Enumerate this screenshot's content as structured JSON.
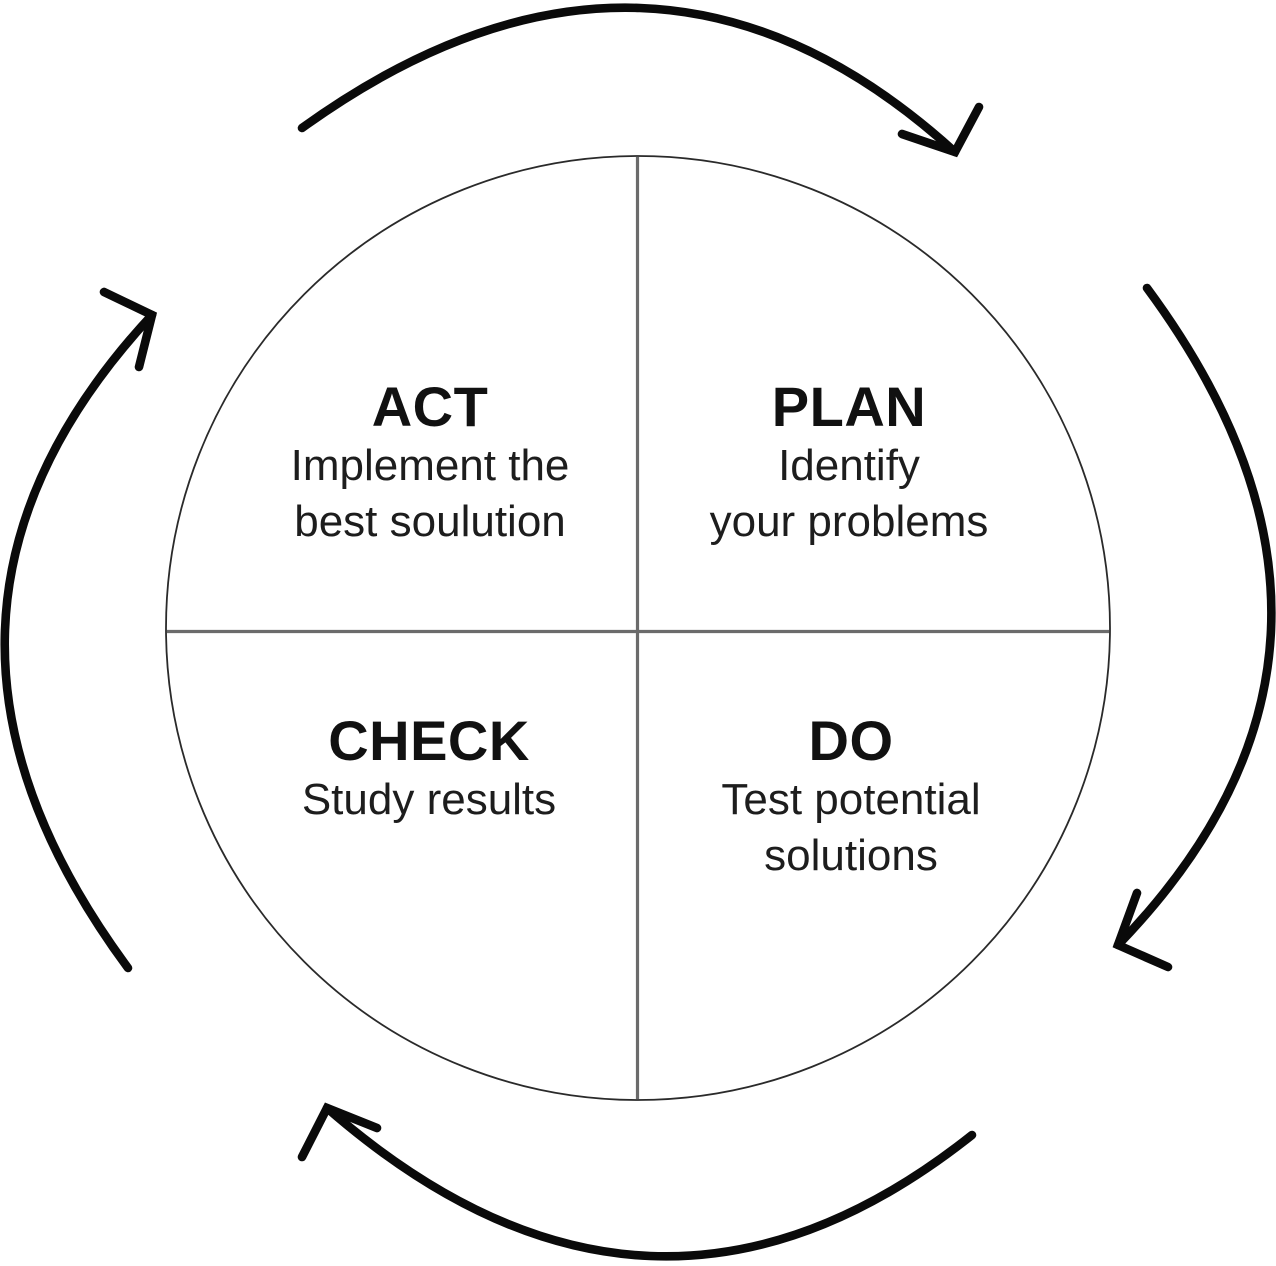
{
  "diagram": {
    "kind": "cycle-diagram",
    "direction": "clockwise"
  },
  "quadrants": [
    {
      "id": "act",
      "position": "top-left",
      "title": "ACT",
      "line1": "Implement the",
      "line2": "best soulution"
    },
    {
      "id": "plan",
      "position": "top-right",
      "title": "PLAN",
      "line1": "Identify",
      "line2": "your problems"
    },
    {
      "id": "check",
      "position": "bottom-left",
      "title": "CHECK",
      "line1": "Study results"
    },
    {
      "id": "do",
      "position": "bottom-right",
      "title": "DO",
      "line1": "Test potential",
      "line2": "solutions"
    }
  ],
  "colors": {
    "background": "#ffffff",
    "arrow": "#0a0a0a",
    "circle": "#2a2a2a",
    "cross": "#6b6b6b",
    "text": "#111111"
  }
}
